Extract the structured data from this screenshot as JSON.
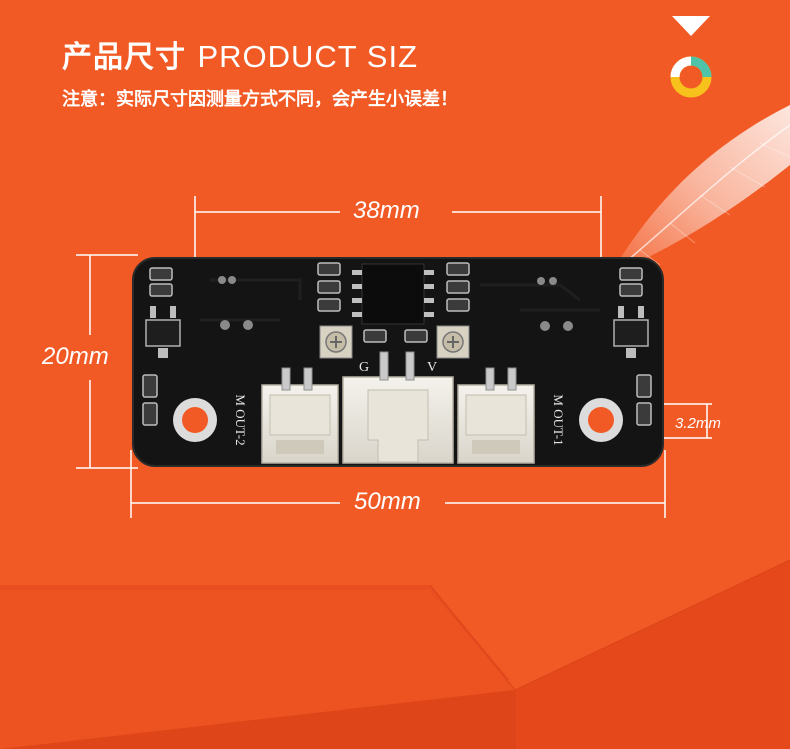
{
  "header": {
    "title_cn": "产品尺寸",
    "title_en": "PRODUCT SIZ",
    "note": "注意：实际尺寸因测量方式不同，会产生小误差！"
  },
  "dimensions": {
    "hole_spacing": "38mm",
    "board_width": "50mm",
    "board_height": "20mm",
    "hole_diameter": "3.2mm"
  },
  "pcb": {
    "pin_g": "G",
    "pin_v": "V",
    "out_2": "M OUT-2",
    "out_1": "M OUT-1"
  },
  "colors": {
    "background": "#f25a25",
    "floor": "#e84a1c",
    "board": "#141414",
    "text": "#ffffff",
    "logo_yellow": "#f7c21c",
    "logo_teal": "#4fc3a7"
  },
  "icons": [
    "down-triangle-icon",
    "ring-logo-icon",
    "feather-icon"
  ]
}
